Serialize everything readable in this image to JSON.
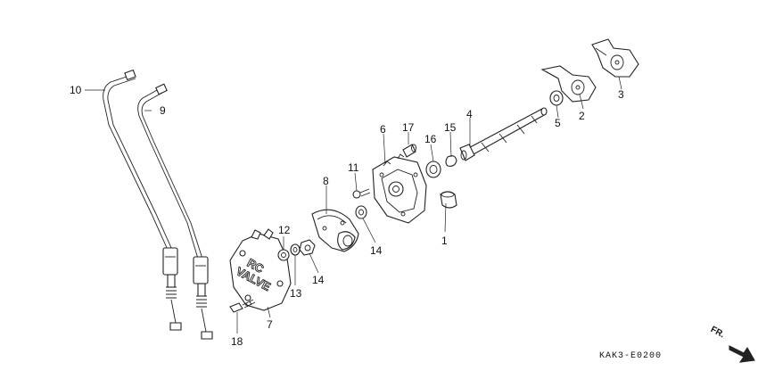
{
  "diagram": {
    "callouts": [
      {
        "id": "1",
        "label": "1"
      },
      {
        "id": "2",
        "label": "2"
      },
      {
        "id": "3",
        "label": "3"
      },
      {
        "id": "4",
        "label": "4"
      },
      {
        "id": "5",
        "label": "5"
      },
      {
        "id": "6",
        "label": "6"
      },
      {
        "id": "7",
        "label": "7"
      },
      {
        "id": "8",
        "label": "8"
      },
      {
        "id": "9",
        "label": "9"
      },
      {
        "id": "10",
        "label": "10"
      },
      {
        "id": "11",
        "label": "11"
      },
      {
        "id": "12",
        "label": "12"
      },
      {
        "id": "13",
        "label": "13"
      },
      {
        "id": "14a",
        "label": "14"
      },
      {
        "id": "14b",
        "label": "14"
      },
      {
        "id": "15",
        "label": "15"
      },
      {
        "id": "16",
        "label": "16"
      },
      {
        "id": "17",
        "label": "17"
      },
      {
        "id": "18",
        "label": "18"
      }
    ],
    "cover_text_line1": "RC",
    "cover_text_line2": "VALVE",
    "reference_code": "KAK3-E0200",
    "direction_label": "FR."
  }
}
